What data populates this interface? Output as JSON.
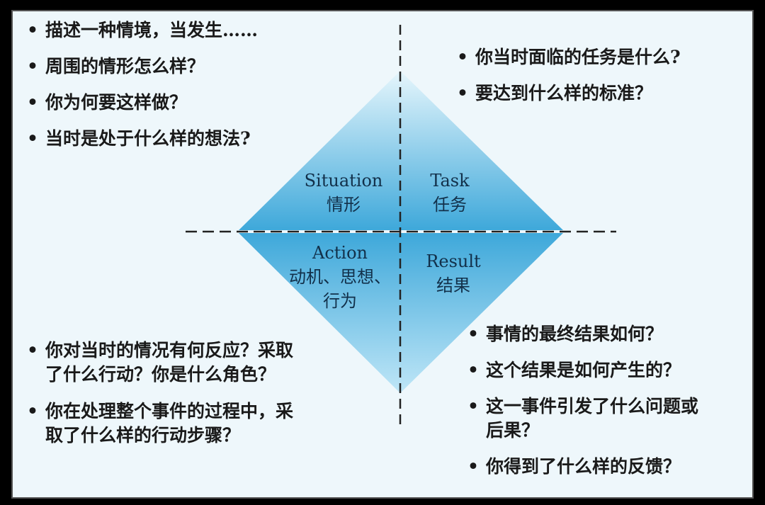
{
  "colors": {
    "diamond_light": "#d9f1fb",
    "diamond_dark": "#3aa6d8",
    "frame_bg": "#eef7fb"
  },
  "quadrants": {
    "situation": {
      "en": "Situation",
      "zh": "情形",
      "questions": [
        "描述一种情境，当发生……",
        "周围的情形怎么样？",
        "你为何要这样做？",
        "当时是处于什么样的想法?"
      ]
    },
    "task": {
      "en": "Task",
      "zh": "任务",
      "questions": [
        "你当时面临的任务是什么?",
        "要达到什么样的标准？"
      ]
    },
    "action": {
      "en": "Action",
      "zh": "动机、思想、",
      "zh2": "行为",
      "questions": [
        "你对当时的情况有何反应？采取了什么行动？你是什么角色？",
        "你在处理整个事件的过程中，采取了什么样的行动步骤？"
      ]
    },
    "result": {
      "en": "Result",
      "zh": "结果",
      "questions": [
        "事情的最终结果如何？",
        "这个结果是如何产生的？",
        "这一事件引发了什么问题或后果？",
        "你得到了什么样的反馈？"
      ]
    }
  }
}
